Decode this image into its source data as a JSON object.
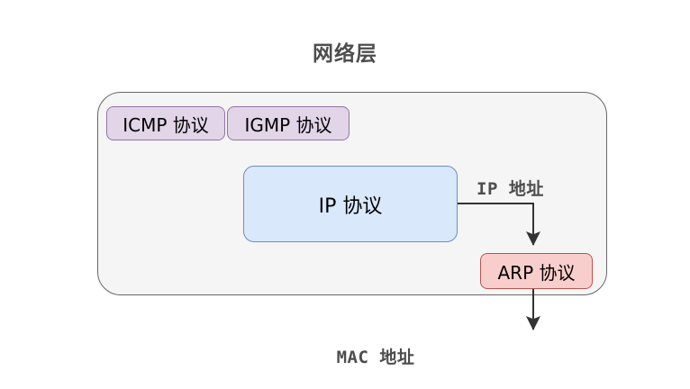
{
  "diagram": {
    "title": "网络层",
    "background_color": "#ffffff",
    "container": {
      "label": "network-layer-container",
      "fill": "#f5f5f5",
      "stroke": "#666666"
    },
    "nodes": [
      {
        "id": "icmp",
        "label": "ICMP 协议",
        "fill": "#e1d5e7",
        "stroke": "#9673a6"
      },
      {
        "id": "igmp",
        "label": "IGMP 协议",
        "fill": "#e1d5e7",
        "stroke": "#9673a6"
      },
      {
        "id": "ip",
        "label": "IP 协议",
        "fill": "#dae8fc",
        "stroke": "#6c8ebf"
      },
      {
        "id": "arp",
        "label": "ARP 协议",
        "fill": "#f8cecc",
        "stroke": "#b85450"
      }
    ],
    "edges": [
      {
        "id": "ip-to-arp",
        "from": "ip",
        "to": "arp",
        "label": "IP 地址",
        "color": "#333333"
      },
      {
        "id": "arp-to-mac",
        "from": "arp",
        "to": "mac-address",
        "label": "MAC 地址",
        "color": "#333333"
      }
    ],
    "labels": {
      "ip_address": "IP 地址",
      "mac_address": "MAC 地址"
    }
  }
}
